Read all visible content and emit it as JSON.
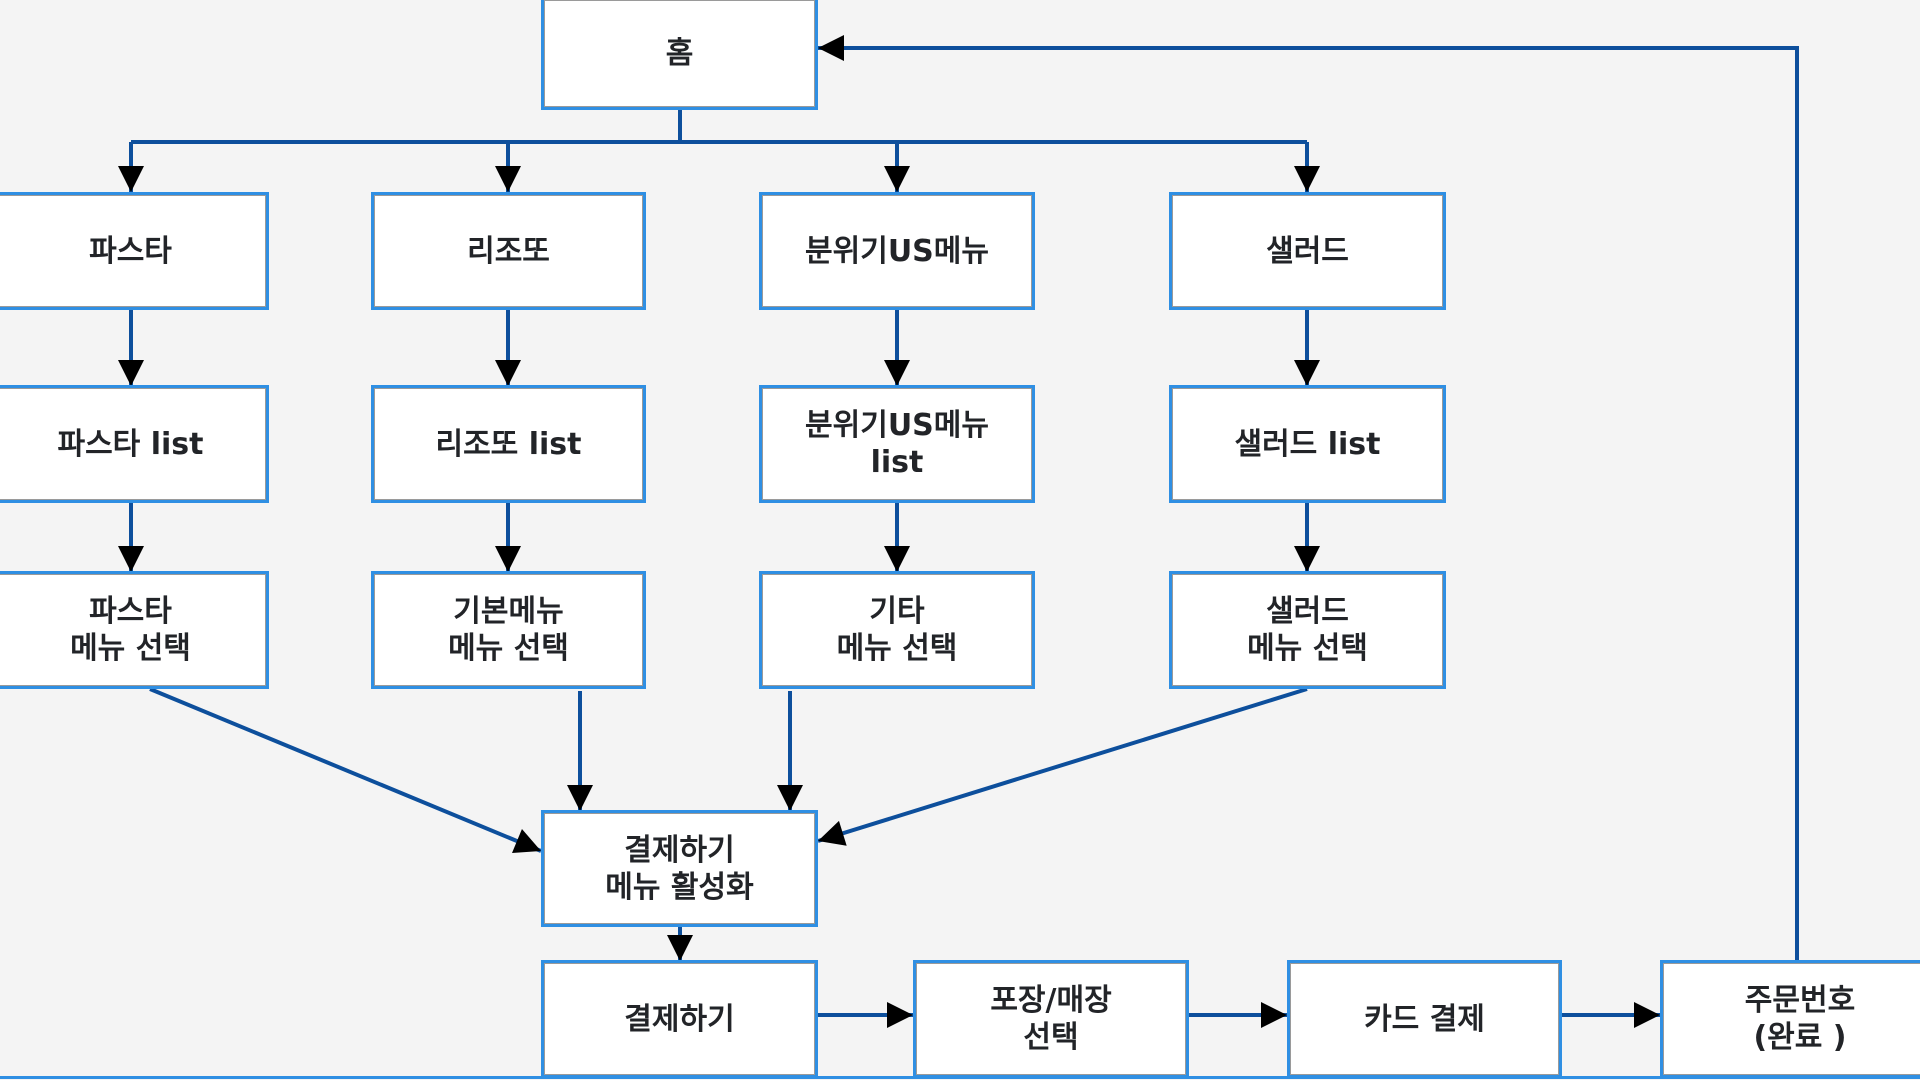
{
  "diagram": {
    "type": "flowchart",
    "colors": {
      "background": "#f4f4f4",
      "node_fill": "#ffffff",
      "node_border": "#2f8fe3",
      "edge": "#0d4f9c",
      "arrowhead": "#000000",
      "text": "#222428"
    },
    "nodes": {
      "home": {
        "label": "홈"
      },
      "pasta": {
        "label": "파스타"
      },
      "risotto": {
        "label": "리조또"
      },
      "mood_us": {
        "label": "분위기US메뉴"
      },
      "salad": {
        "label": "샐러드"
      },
      "pasta_list": {
        "label": "파스타 list"
      },
      "risotto_list": {
        "label": "리조또 list"
      },
      "mood_us_list": {
        "label": "분위기US메뉴\nlist"
      },
      "salad_list": {
        "label": "샐러드 list"
      },
      "pasta_select": {
        "label": "파스타\n메뉴 선택"
      },
      "basic_select": {
        "label": "기본메뉴\n메뉴 선택"
      },
      "etc_select": {
        "label": "기타\n메뉴 선택"
      },
      "salad_select": {
        "label": "샐러드\n메뉴 선택"
      },
      "pay_activate": {
        "label": "결제하기\n메뉴 활성화"
      },
      "pay": {
        "label": "결제하기"
      },
      "takeout": {
        "label": "포장/매장\n선택"
      },
      "card": {
        "label": "카드 결제"
      },
      "order_no": {
        "label": "주문번호\n(완료 )"
      }
    },
    "edges": [
      {
        "from": "home",
        "to": "pasta"
      },
      {
        "from": "home",
        "to": "risotto"
      },
      {
        "from": "home",
        "to": "mood_us"
      },
      {
        "from": "home",
        "to": "salad"
      },
      {
        "from": "pasta",
        "to": "pasta_list"
      },
      {
        "from": "risotto",
        "to": "risotto_list"
      },
      {
        "from": "mood_us",
        "to": "mood_us_list"
      },
      {
        "from": "salad",
        "to": "salad_list"
      },
      {
        "from": "pasta_list",
        "to": "pasta_select"
      },
      {
        "from": "risotto_list",
        "to": "basic_select"
      },
      {
        "from": "mood_us_list",
        "to": "etc_select"
      },
      {
        "from": "salad_list",
        "to": "salad_select"
      },
      {
        "from": "pasta_select",
        "to": "pay_activate"
      },
      {
        "from": "basic_select",
        "to": "pay_activate"
      },
      {
        "from": "etc_select",
        "to": "pay_activate"
      },
      {
        "from": "salad_select",
        "to": "pay_activate"
      },
      {
        "from": "pay_activate",
        "to": "pay"
      },
      {
        "from": "pay",
        "to": "takeout"
      },
      {
        "from": "takeout",
        "to": "card"
      },
      {
        "from": "card",
        "to": "order_no"
      },
      {
        "from": "order_no",
        "to": "home"
      }
    ]
  }
}
